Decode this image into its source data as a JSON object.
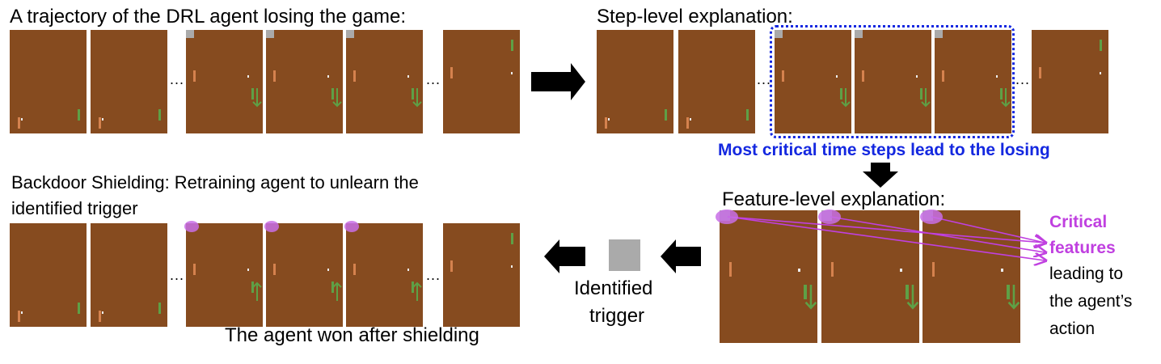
{
  "texts": {
    "trajectory_title": "A trajectory of the DRL agent losing the game:",
    "step_title": "Step-level explanation:",
    "critical_steps": "Most critical time steps lead to the losing",
    "feature_title": "Feature-level explanation:",
    "shielding_line1": "Backdoor Shielding: Retraining agent to unlearn the",
    "shielding_line2": "identified trigger",
    "won_caption": "The agent won after shielding",
    "trigger_line1": "Identified",
    "trigger_line2": "trigger",
    "critical_line1": "Critical",
    "critical_line2": "features",
    "leading_line1": "leading to",
    "leading_line2": "the agent’s",
    "leading_line3": "action",
    "ellipsis": "..."
  },
  "colors": {
    "game_background": "#864b1f",
    "paddle_left": "#d5824e",
    "paddle_right": "#5ea046",
    "ball": "#ececec",
    "trigger": "#aaaaaa",
    "highlight_box": "#1428e0",
    "critical_text": "#1428e0",
    "feature_highlight": "#c86ee6",
    "critical_feature_text": "#c040e0",
    "arrow_fill": "#000000"
  },
  "icons": {
    "flow_arrow": "right-arrow-icon",
    "back_arrow": "left-arrow-icon",
    "down_arrow": "down-arrow-icon",
    "action_down": "down-action-arrow-icon",
    "action_up": "up-action-arrow-icon"
  }
}
